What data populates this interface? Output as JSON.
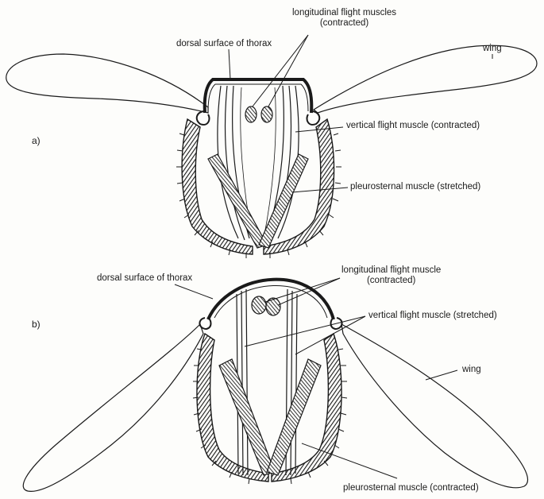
{
  "panel_a": {
    "letter": "a)",
    "labels": {
      "longitudinal_line1": "longitudinal flight muscles",
      "longitudinal_line2": "(contracted)",
      "dorsal": "dorsal surface of thorax",
      "wing": "wing",
      "vertical": "vertical flight muscle (contracted)",
      "pleurosternal": "pleurosternal muscle (stretched)"
    }
  },
  "panel_b": {
    "letter": "b)",
    "labels": {
      "dorsal": "dorsal surface of thorax",
      "longitudinal_line1": "longitudinal flight muscle",
      "longitudinal_line2": "(contracted)",
      "vertical": "vertical flight muscle (stretched)",
      "wing": "wing",
      "pleurosternal": "pleurosternal muscle (contracted)"
    }
  },
  "colors": {
    "ink": "#1a1a1a",
    "paper": "#fdfdfb"
  }
}
